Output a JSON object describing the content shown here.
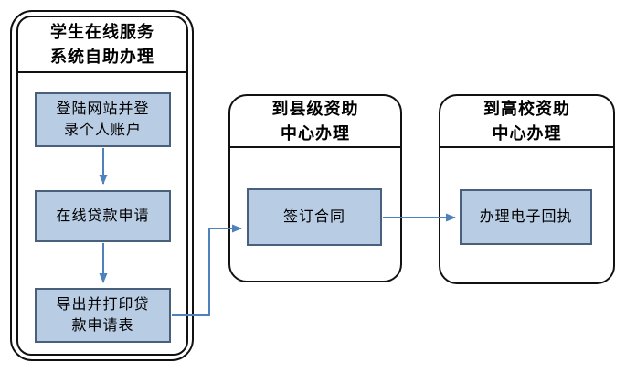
{
  "diagram": {
    "type": "flowchart",
    "background": "#ffffff",
    "colors": {
      "node_fill": "#b8cce4",
      "node_border": "#49607c",
      "frame_border": "#111111",
      "connector": "#4f81bd",
      "text": "#000000"
    },
    "lanes": [
      {
        "name": "student-online-service-system",
        "title_lines": [
          "学生在线服务",
          "系统自助办理"
        ],
        "double_border": true,
        "steps": [
          {
            "lines": [
              "登陆网站并登",
              "录个人账户"
            ]
          },
          {
            "lines": [
              "在线贷款申请"
            ]
          },
          {
            "lines": [
              "导出并打印贷",
              "款申请表"
            ]
          }
        ]
      },
      {
        "name": "county-aid-center",
        "title_lines": [
          "到县级资助",
          "中心办理"
        ],
        "double_border": false,
        "steps": [
          {
            "lines": [
              "签订合同"
            ]
          }
        ]
      },
      {
        "name": "university-aid-center",
        "title_lines": [
          "到高校资助",
          "中心办理"
        ],
        "double_border": false,
        "steps": [
          {
            "lines": [
              "办理电子回执"
            ]
          }
        ]
      }
    ],
    "connections": [
      {
        "from": "登陆网站并登录个人账户",
        "to": "在线贷款申请"
      },
      {
        "from": "在线贷款申请",
        "to": "导出并打印贷款申请表"
      },
      {
        "from": "导出并打印贷款申请表",
        "to": "签订合同"
      },
      {
        "from": "签订合同",
        "to": "办理电子回执"
      }
    ]
  }
}
